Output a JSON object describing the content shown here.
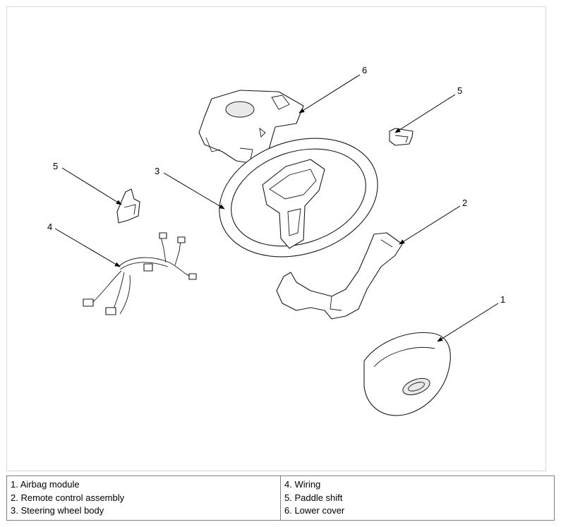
{
  "callouts": {
    "c1": "1",
    "c2": "2",
    "c3": "3",
    "c4": "4",
    "c5_left": "5",
    "c5_right": "5",
    "c6": "6"
  },
  "legend": {
    "left": [
      "1. Airbag module",
      "2. Remote control assembly",
      "3. Steering wheel body"
    ],
    "right": [
      "4. Wiring",
      "5. Paddle shift",
      "6. Lower cover"
    ]
  }
}
